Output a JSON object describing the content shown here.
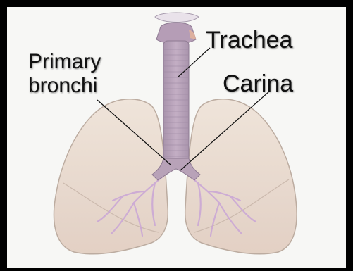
{
  "labels": {
    "trachea": "Trachea",
    "carina": "Carina",
    "primary_bronchi_line1": "Primary",
    "primary_bronchi_line2": "bronchi"
  },
  "colors": {
    "frame": "#000000",
    "background": "#f7f7f5",
    "lung_fill": "#e8d8cc",
    "lung_stroke": "#b9a89c",
    "trachea_fill": "#b8a2b8",
    "trachea_stroke": "#8e7a92",
    "bronchial_tree": "#c9a5d6",
    "leader_line": "#111111"
  }
}
